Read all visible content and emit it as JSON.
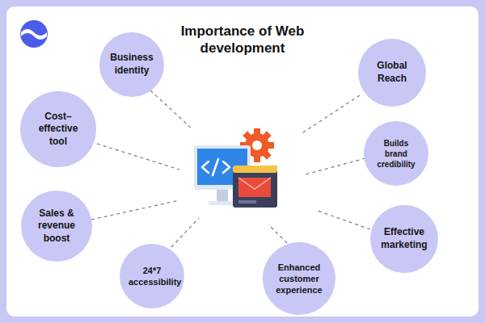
{
  "diagram": {
    "title": "Importance of Web development",
    "nodes": [
      {
        "text": [
          "Business identity"
        ]
      },
      {
        "text": [
          "Global Reach"
        ]
      },
      {
        "text": [
          "Cost–effective tool"
        ]
      },
      {
        "text": [
          "Builds brand credibility"
        ]
      },
      {
        "text": [
          "Sales & revenue boost"
        ]
      },
      {
        "text": [
          "Effective marketing"
        ]
      },
      {
        "text": [
          "24*7 accessibility"
        ]
      },
      {
        "text": [
          "Enhanced customer experience"
        ]
      }
    ]
  }
}
